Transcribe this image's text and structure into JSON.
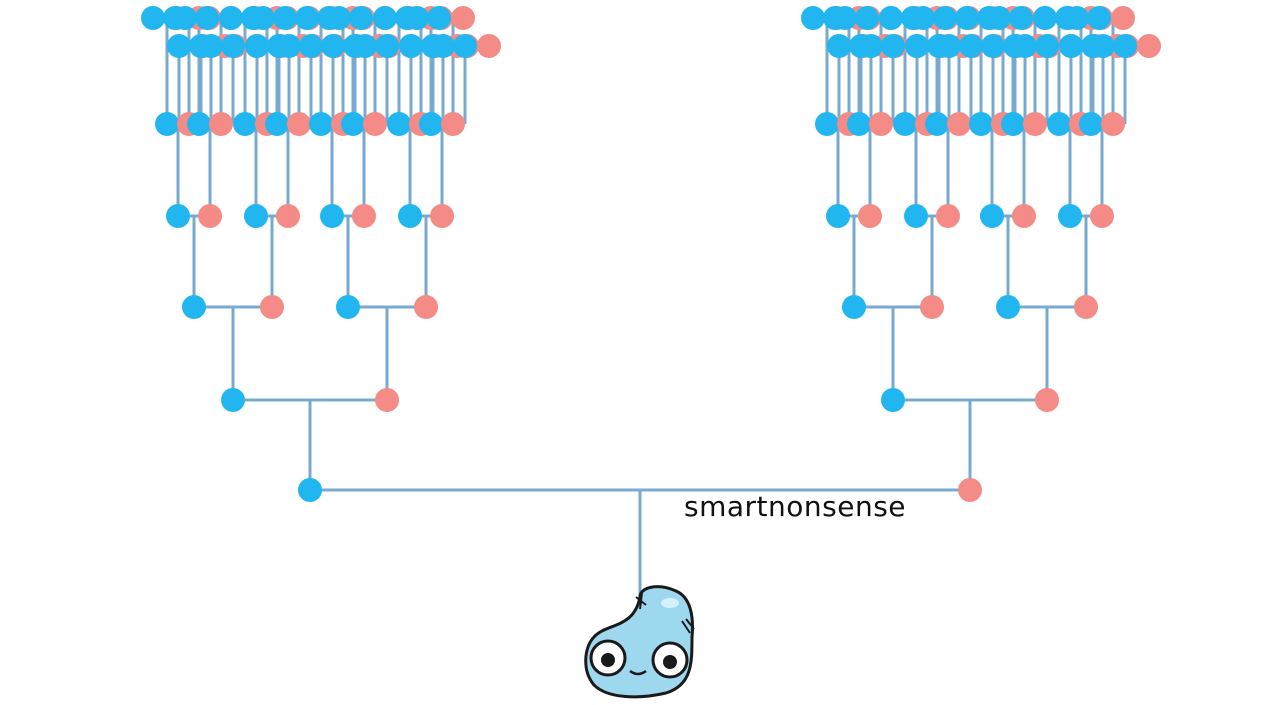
{
  "brand": {
    "text": "smartnonsense"
  },
  "colors": {
    "male": "#21b6f0",
    "female": "#f48b86",
    "line": "#79a9cf",
    "mascot_body": "#9dd8ee",
    "mascot_outline": "#1a1a1a"
  },
  "tree": {
    "generations": 7
  },
  "mascot": {
    "name": "blob-mascot"
  }
}
